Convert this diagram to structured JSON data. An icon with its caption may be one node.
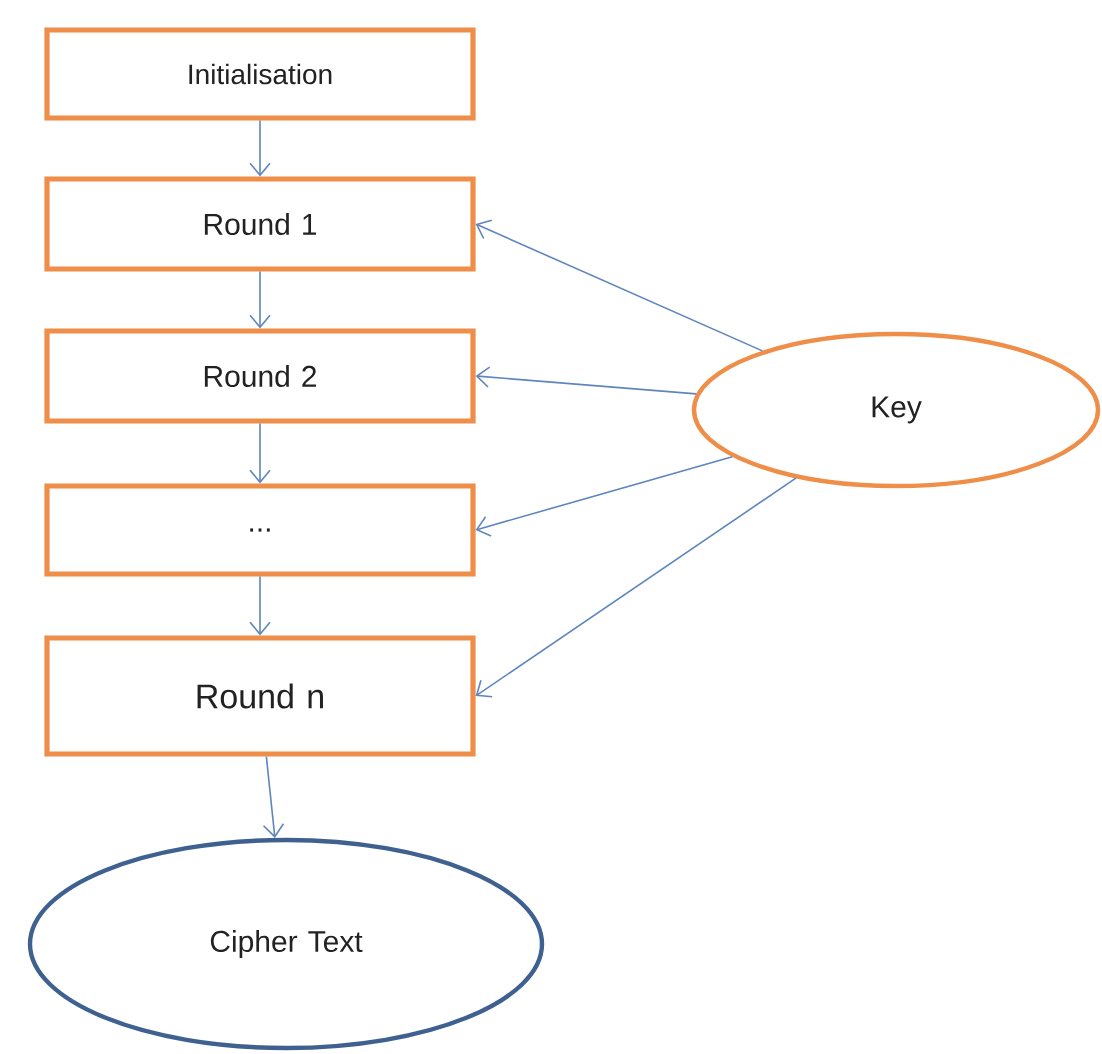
{
  "diagram": {
    "nodes": [
      {
        "text": [
          "Initialisation"
        ]
      },
      {
        "text": [
          "Round 1"
        ]
      },
      {
        "text": [
          "Round 2"
        ]
      },
      {
        "text": [
          "..."
        ]
      },
      {
        "text": [
          "Round n"
        ]
      },
      {
        "text": [
          "Cipher Text"
        ]
      },
      {
        "text": [
          "Key"
        ]
      }
    ],
    "edges": [
      {
        "from": 0,
        "to": 1,
        "arrow": "to"
      },
      {
        "from": 1,
        "to": 2,
        "arrow": "to"
      },
      {
        "from": 2,
        "to": 3,
        "arrow": "to"
      },
      {
        "from": 3,
        "to": 4,
        "arrow": "to"
      },
      {
        "from": 4,
        "to": 5,
        "arrow": "to"
      },
      {
        "from": 6,
        "to": 1,
        "arrow": "to"
      },
      {
        "from": 6,
        "to": 2,
        "arrow": "to"
      },
      {
        "from": 6,
        "to": 3,
        "arrow": "to"
      },
      {
        "from": 6,
        "to": 4,
        "arrow": "to"
      }
    ]
  }
}
